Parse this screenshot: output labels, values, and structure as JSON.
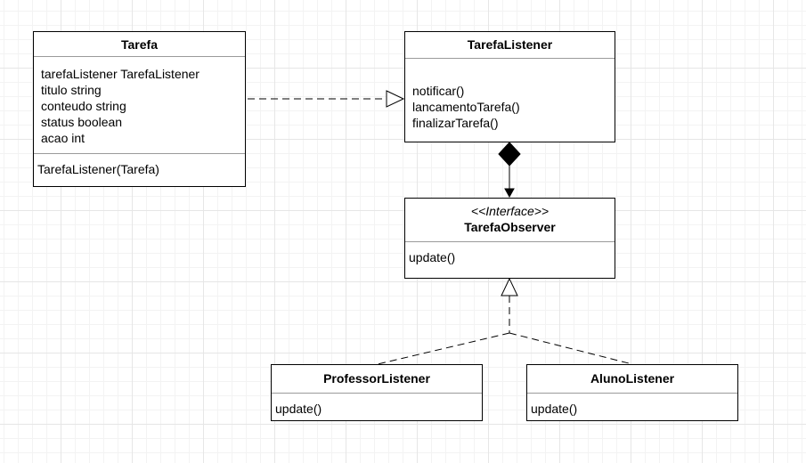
{
  "classes": {
    "tarefa": {
      "name": "Tarefa",
      "attributes": [
        "tarefaListener TarefaListener",
        "titulo string",
        "conteudo string",
        "status boolean",
        "acao int"
      ],
      "operations": [
        "TarefaListener(Tarefa)"
      ]
    },
    "tarefa_listener": {
      "name": "TarefaListener",
      "operations": [
        "notificar()",
        "lancamentoTarefa()",
        "finalizarTarefa()"
      ]
    },
    "tarefa_observer": {
      "stereotype": "<<Interface>>",
      "name": "TarefaObserver",
      "operations": [
        "update()"
      ]
    },
    "professor_listener": {
      "name": "ProfessorListener",
      "operations": [
        "update()"
      ]
    },
    "aluno_listener": {
      "name": "AlunoListener",
      "operations": [
        "update()"
      ]
    }
  },
  "relations": [
    {
      "from": "Tarefa",
      "to": "TarefaListener",
      "type": "realization"
    },
    {
      "from": "TarefaListener",
      "to": "TarefaObserver",
      "type": "composition"
    },
    {
      "from": "ProfessorListener",
      "to": "TarefaObserver",
      "type": "realization"
    },
    {
      "from": "AlunoListener",
      "to": "TarefaObserver",
      "type": "realization"
    }
  ],
  "colors": {
    "line": "#000000",
    "divider": "#9a9a9a",
    "grid": "#e6e6e6"
  }
}
